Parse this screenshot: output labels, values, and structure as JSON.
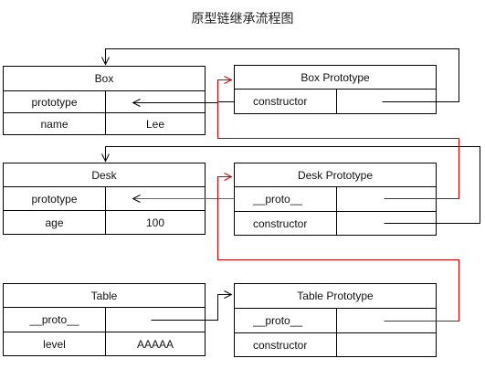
{
  "title": "原型链继承流程图",
  "colors": {
    "line": "#000000",
    "link": "#cc0000"
  },
  "box": {
    "header": "Box",
    "rows": [
      {
        "key": "prototype",
        "value": ""
      },
      {
        "key": "name",
        "value": "Lee"
      }
    ]
  },
  "box_prototype": {
    "header": "Box Prototype",
    "rows": [
      {
        "key": "constructor",
        "value": ""
      }
    ]
  },
  "desk": {
    "header": "Desk",
    "rows": [
      {
        "key": "prototype",
        "value": ""
      },
      {
        "key": "age",
        "value": "100"
      }
    ]
  },
  "desk_prototype": {
    "header": "Desk Prototype",
    "rows": [
      {
        "key": "__proto__",
        "value": ""
      },
      {
        "key": "constructor",
        "value": ""
      }
    ]
  },
  "table": {
    "header": "Table",
    "rows": [
      {
        "key": "__proto__",
        "value": ""
      },
      {
        "key": "level",
        "value": "AAAAA"
      }
    ]
  },
  "table_prototype": {
    "header": "Table Prototype",
    "rows": [
      {
        "key": "__proto__",
        "value": ""
      },
      {
        "key": "constructor",
        "value": ""
      }
    ]
  }
}
